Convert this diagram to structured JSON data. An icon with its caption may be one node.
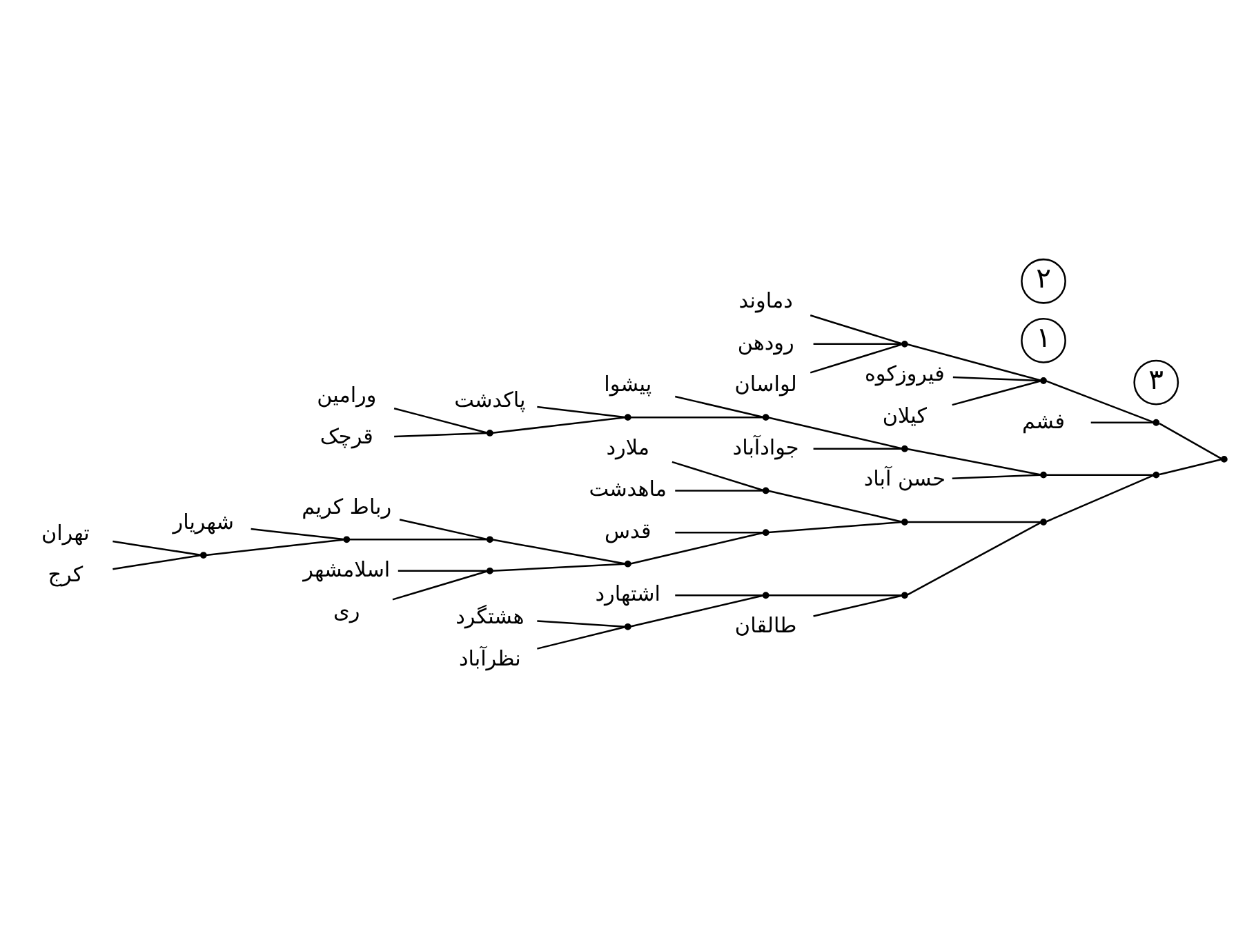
{
  "diagram": {
    "nodes": [
      {
        "text": [
          "حسن آباد"
        ]
      },
      {
        "text": [
          "۱"
        ]
      },
      {
        "text": [
          "پاکدشت"
        ]
      },
      {
        "text": [
          "ورامین"
        ]
      },
      {
        "text": [
          "قرچک"
        ]
      },
      {
        "text": [
          "پیشوا"
        ]
      },
      {
        "text": [
          "جوادآباد"
        ]
      },
      {
        "text": [
          "اسلامشهر"
        ]
      },
      {
        "text": [
          "ری"
        ]
      },
      {
        "text": [
          "تهران"
        ]
      },
      {
        "text": [
          "کرج"
        ]
      },
      {
        "text": [
          "شهریار"
        ]
      },
      {
        "text": [
          "رباط کریم"
        ]
      },
      {
        "text": [
          "قدس"
        ]
      },
      {
        "text": [
          "۲"
        ]
      },
      {
        "text": [
          "ملارد"
        ]
      },
      {
        "text": [
          "ماهدشت"
        ]
      },
      {
        "text": [
          "هشتگرد"
        ]
      },
      {
        "text": [
          "نظرآباد"
        ]
      },
      {
        "text": [
          "اشتهارد"
        ]
      },
      {
        "text": [
          "طالقان"
        ]
      },
      {
        "text": [
          "فشم"
        ]
      },
      {
        "text": [
          "۳"
        ]
      },
      {
        "text": [
          "فیروزکوه"
        ]
      },
      {
        "text": [
          "دماوند"
        ]
      },
      {
        "text": [
          "رودهن"
        ]
      },
      {
        "text": [
          "لواسان"
        ]
      },
      {
        "text": [
          "کیلان"
        ]
      },
      {
        "text": [],
        "shape": "point"
      },
      {
        "text": [],
        "shape": "point"
      },
      {
        "text": [],
        "shape": "point"
      },
      {
        "text": [],
        "shape": "point"
      },
      {
        "text": [],
        "shape": "point"
      },
      {
        "text": [],
        "shape": "point"
      },
      {
        "text": [],
        "shape": "point"
      },
      {
        "text": [],
        "shape": "point"
      },
      {
        "text": [],
        "shape": "point"
      },
      {
        "text": [],
        "shape": "point"
      },
      {
        "text": [],
        "shape": "point"
      },
      {
        "text": [],
        "shape": "point"
      },
      {
        "text": [],
        "shape": "point"
      },
      {
        "text": [],
        "shape": "point"
      },
      {
        "text": [],
        "shape": "point"
      },
      {
        "text": [],
        "shape": "point"
      },
      {
        "text": [],
        "shape": "point"
      },
      {
        "text": [],
        "shape": "point"
      },
      {
        "text": [],
        "shape": "point"
      },
      {
        "text": [],
        "shape": "point"
      },
      {
        "text": [],
        "shape": "point"
      },
      {
        "text": [],
        "shape": "point"
      }
    ],
    "edges": [
      {
        "from": 3,
        "to": 28,
        "arrow": "none"
      },
      {
        "from": 4,
        "to": 28,
        "arrow": "none"
      },
      {
        "from": 2,
        "to": 29,
        "arrow": "none"
      },
      {
        "from": 28,
        "to": 29,
        "arrow": "none"
      },
      {
        "from": 29,
        "to": 30,
        "arrow": "none"
      },
      {
        "from": 5,
        "to": 30,
        "arrow": "none"
      },
      {
        "from": 30,
        "to": 31,
        "arrow": "none"
      },
      {
        "from": 6,
        "to": 31,
        "arrow": "none"
      },
      {
        "from": 0,
        "to": 32,
        "arrow": "none"
      },
      {
        "from": 31,
        "to": 32,
        "arrow": "none"
      },
      {
        "from": 9,
        "to": 33,
        "arrow": "none"
      },
      {
        "from": 10,
        "to": 33,
        "arrow": "none"
      },
      {
        "from": 33,
        "to": 34,
        "arrow": "none"
      },
      {
        "from": 11,
        "to": 34,
        "arrow": "none"
      },
      {
        "from": 34,
        "to": 35,
        "arrow": "none"
      },
      {
        "from": 12,
        "to": 35,
        "arrow": "none"
      },
      {
        "from": 7,
        "to": 36,
        "arrow": "none"
      },
      {
        "from": 8,
        "to": 36,
        "arrow": "none"
      },
      {
        "from": 36,
        "to": 37,
        "arrow": "none"
      },
      {
        "from": 35,
        "to": 37,
        "arrow": "none"
      },
      {
        "from": 37,
        "to": 38,
        "arrow": "none"
      },
      {
        "from": 13,
        "to": 38,
        "arrow": "none"
      },
      {
        "from": 15,
        "to": 39,
        "arrow": "none"
      },
      {
        "from": 16,
        "to": 39,
        "arrow": "none"
      },
      {
        "from": 38,
        "to": 40,
        "arrow": "none"
      },
      {
        "from": 39,
        "to": 40,
        "arrow": "none"
      },
      {
        "from": 17,
        "to": 41,
        "arrow": "none"
      },
      {
        "from": 18,
        "to": 41,
        "arrow": "none"
      },
      {
        "from": 41,
        "to": 42,
        "arrow": "none"
      },
      {
        "from": 19,
        "to": 42,
        "arrow": "none"
      },
      {
        "from": 42,
        "to": 43,
        "arrow": "none"
      },
      {
        "from": 20,
        "to": 43,
        "arrow": "none"
      },
      {
        "from": 40,
        "to": 44,
        "arrow": "none"
      },
      {
        "from": 43,
        "to": 44,
        "arrow": "none"
      },
      {
        "from": 24,
        "to": 45,
        "arrow": "none"
      },
      {
        "from": 25,
        "to": 45,
        "arrow": "none"
      },
      {
        "from": 26,
        "to": 45,
        "arrow": "none"
      },
      {
        "from": 23,
        "to": 46,
        "arrow": "none"
      },
      {
        "from": 45,
        "to": 46,
        "arrow": "none"
      },
      {
        "from": 27,
        "to": 46,
        "arrow": "none"
      },
      {
        "from": 21,
        "to": 47,
        "arrow": "none"
      },
      {
        "from": 46,
        "to": 47,
        "arrow": "none"
      },
      {
        "from": 32,
        "to": 48,
        "arrow": "none"
      },
      {
        "from": 44,
        "to": 48,
        "arrow": "none"
      },
      {
        "from": 48,
        "to": 49,
        "arrow": "none"
      },
      {
        "from": 47,
        "to": 49,
        "arrow": "none"
      }
    ]
  }
}
